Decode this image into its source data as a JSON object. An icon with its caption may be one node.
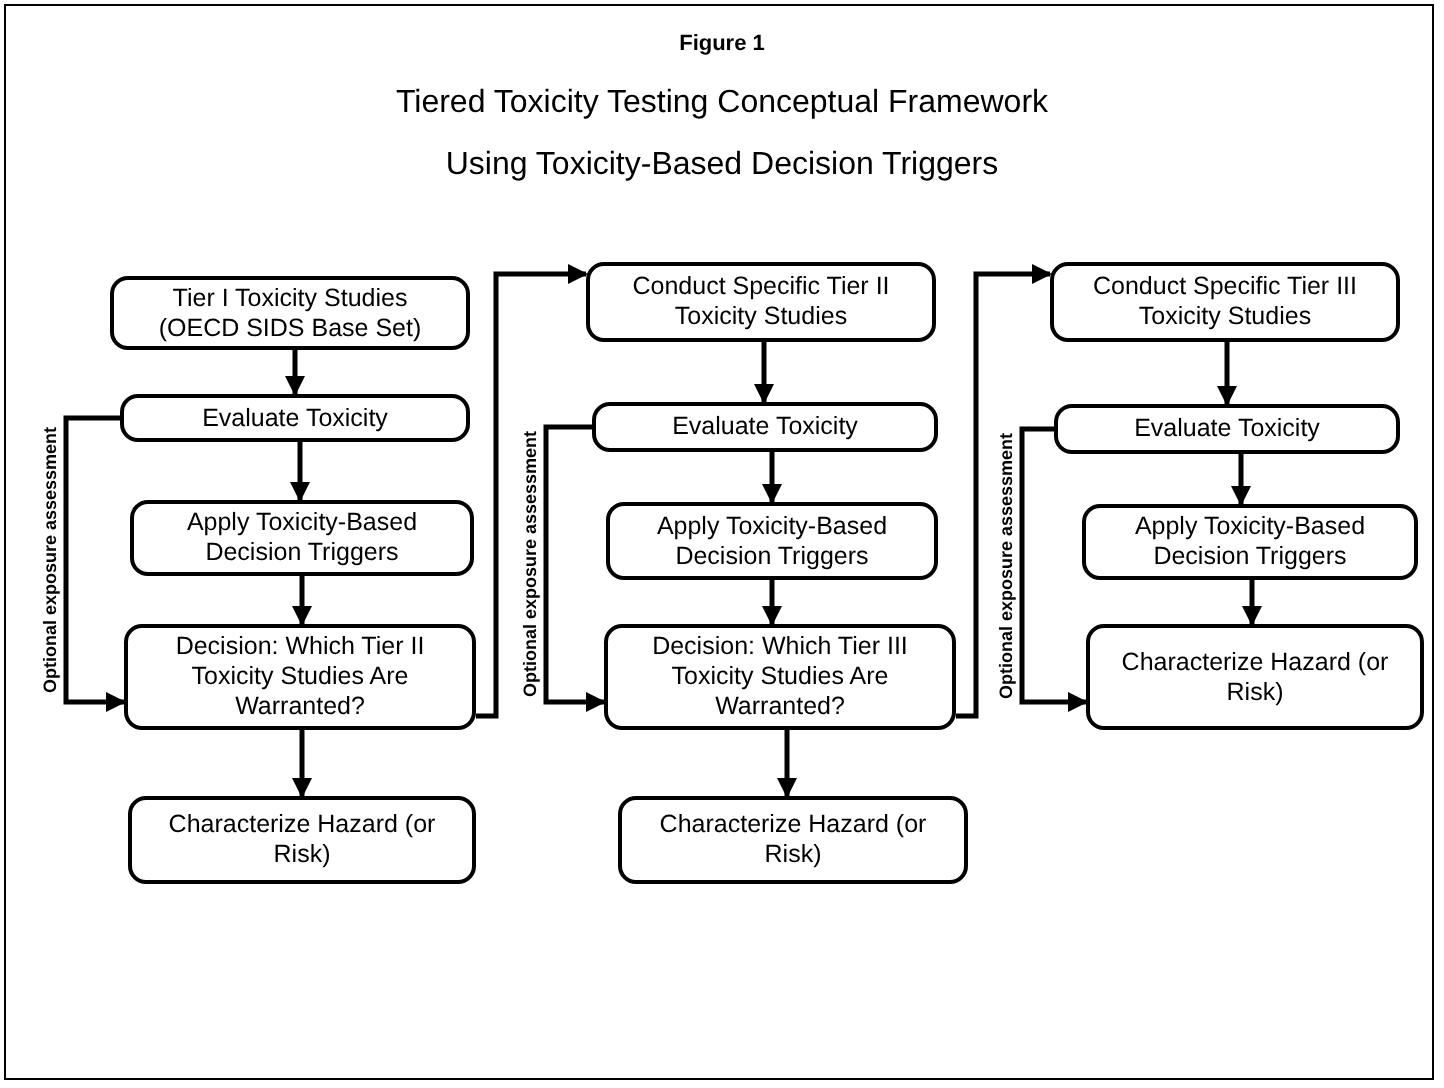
{
  "diagram": {
    "title": "Tiered Toxicity Testing Conceptual Framework Using Toxicity-Based Decision Triggers",
    "nodes": [
      {
        "text": [
          "Tier I Toxicity Studies (OECD SIDS Base Set)"
        ]
      },
      {
        "text": [
          "Evaluate Toxicity"
        ]
      },
      {
        "text": [
          "Apply Toxicity-Based Decision Triggers"
        ]
      },
      {
        "text": [
          "Decision: Which Tier II Toxicity Studies Are Warranted?"
        ]
      },
      {
        "text": [
          "Characterize Hazard (or Risk)"
        ]
      },
      {
        "text": [
          "Conduct Specific Tier II Toxicity Studies"
        ]
      },
      {
        "text": [
          "Evaluate Toxicity"
        ]
      },
      {
        "text": [
          "Apply Toxicity-Based Decision Triggers"
        ]
      },
      {
        "text": [
          "Decision: Which Tier III Toxicity Studies Are Warranted?"
        ]
      },
      {
        "text": [
          "Characterize Hazard (or Risk)"
        ]
      },
      {
        "text": [
          "Conduct Specific Tier III Toxicity Studies"
        ]
      },
      {
        "text": [
          "Evaluate Toxicity"
        ]
      },
      {
        "text": [
          "Apply Toxicity-Based Decision Triggers"
        ]
      },
      {
        "text": [
          "Characterize Hazard (or Risk)"
        ]
      }
    ],
    "edges": [
      {
        "from": 0,
        "to": 1,
        "arrow": "to"
      },
      {
        "from": 1,
        "to": 2,
        "arrow": "to"
      },
      {
        "from": 2,
        "to": 3,
        "arrow": "to"
      },
      {
        "from": 3,
        "to": 4,
        "arrow": "to"
      },
      {
        "from": 1,
        "to": 3,
        "arrow": "to",
        "label": "Optional exposure assessment"
      },
      {
        "from": 3,
        "to": 5,
        "arrow": "to"
      },
      {
        "from": 5,
        "to": 6,
        "arrow": "to"
      },
      {
        "from": 6,
        "to": 7,
        "arrow": "to"
      },
      {
        "from": 7,
        "to": 8,
        "arrow": "to"
      },
      {
        "from": 8,
        "to": 9,
        "arrow": "to"
      },
      {
        "from": 6,
        "to": 8,
        "arrow": "to",
        "label": "Optional exposure assessment"
      },
      {
        "from": 8,
        "to": 10,
        "arrow": "to"
      },
      {
        "from": 10,
        "to": 11,
        "arrow": "to"
      },
      {
        "from": 11,
        "to": 12,
        "arrow": "to"
      },
      {
        "from": 12,
        "to": 13,
        "arrow": "to"
      },
      {
        "from": 11,
        "to": 13,
        "arrow": "to",
        "label": "Optional exposure assessment"
      }
    ],
    "labels": [
      "Figure 1"
    ]
  }
}
